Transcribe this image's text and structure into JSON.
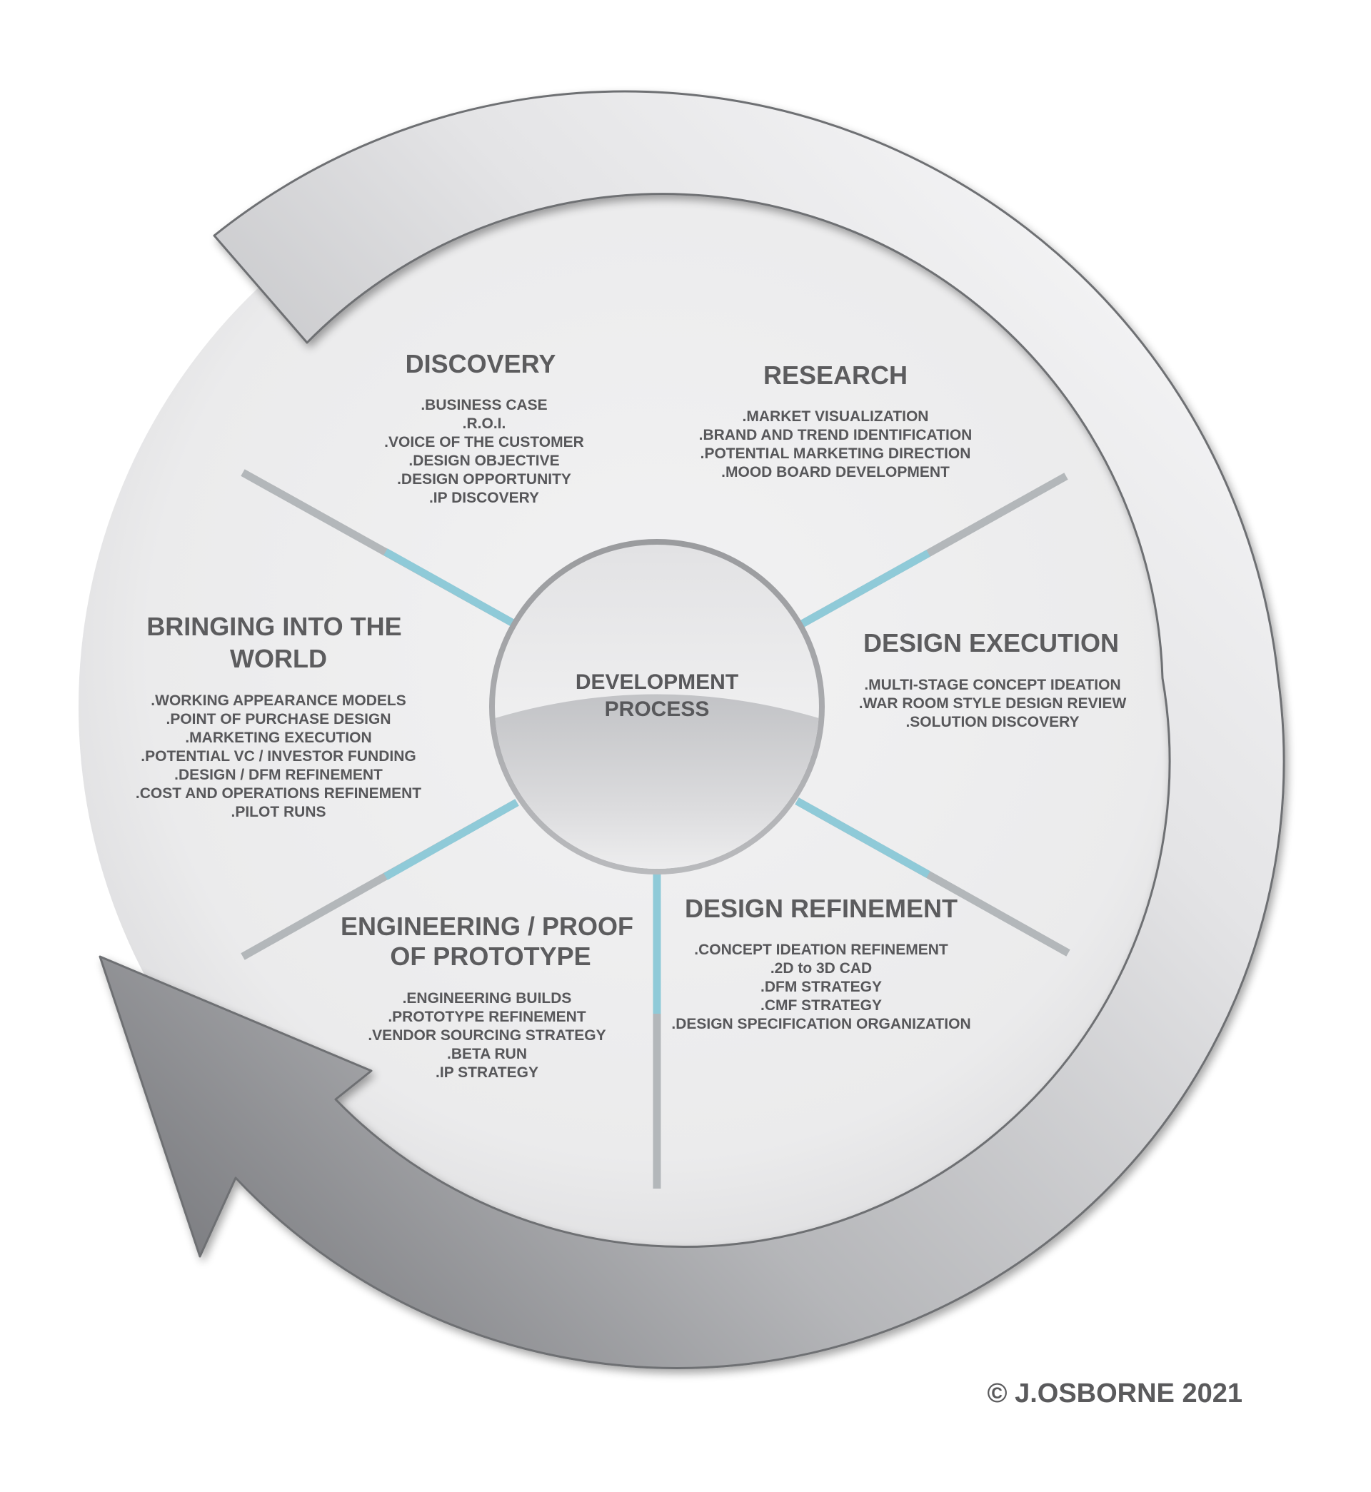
{
  "center": {
    "lines": [
      "DEVELOPMENT",
      "PROCESS"
    ]
  },
  "colors": {
    "spoke_outer": "#b3b7ba",
    "spoke_inner": "#8fcad8",
    "disc_fill": "#ececed",
    "arrow_light": "#f6f6f7",
    "arrow_dark": "#7d7e82",
    "heading_text": "#5c5c5e",
    "item_text": "#57575a"
  },
  "sections": [
    {
      "id": "discovery",
      "title_lines": [
        "DISCOVERY"
      ],
      "items": [
        ".BUSINESS CASE",
        ".R.O.I.",
        ".VOICE OF THE CUSTOMER",
        ".DESIGN OBJECTIVE",
        ".DESIGN OPPORTUNITY",
        ".IP DISCOVERY"
      ]
    },
    {
      "id": "research",
      "title_lines": [
        "RESEARCH"
      ],
      "items": [
        ".MARKET VISUALIZATION",
        ".BRAND AND TREND IDENTIFICATION",
        ".POTENTIAL MARKETING DIRECTION",
        ".MOOD BOARD DEVELOPMENT"
      ]
    },
    {
      "id": "design-execution",
      "title_lines": [
        "DESIGN EXECUTION"
      ],
      "items": [
        ".MULTI-STAGE CONCEPT IDEATION",
        ".WAR ROOM STYLE DESIGN REVIEW",
        ".SOLUTION DISCOVERY"
      ]
    },
    {
      "id": "design-refinement",
      "title_lines": [
        "DESIGN REFINEMENT"
      ],
      "items": [
        ".CONCEPT IDEATION REFINEMENT",
        ".2D to 3D CAD",
        ".DFM STRATEGY",
        ".CMF STRATEGY",
        ".DESIGN SPECIFICATION ORGANIZATION"
      ]
    },
    {
      "id": "engineering",
      "title_lines": [
        "ENGINEERING / PROOF",
        "OF PROTOTYPE"
      ],
      "items": [
        ".ENGINEERING BUILDS",
        ".PROTOTYPE REFINEMENT",
        ".VENDOR SOURCING STRATEGY",
        ".BETA RUN",
        ".IP STRATEGY"
      ]
    },
    {
      "id": "bringing-into-the-world",
      "title_lines": [
        "BRINGING INTO THE",
        "WORLD"
      ],
      "items": [
        ".WORKING APPEARANCE MODELS",
        ".POINT OF PURCHASE DESIGN",
        ".MARKETING EXECUTION",
        ".POTENTIAL VC / INVESTOR FUNDING",
        ".DESIGN / DFM REFINEMENT",
        ".COST AND OPERATIONS REFINEMENT",
        ".PILOT RUNS"
      ]
    }
  ],
  "copyright": "© J.OSBORNE 2021"
}
